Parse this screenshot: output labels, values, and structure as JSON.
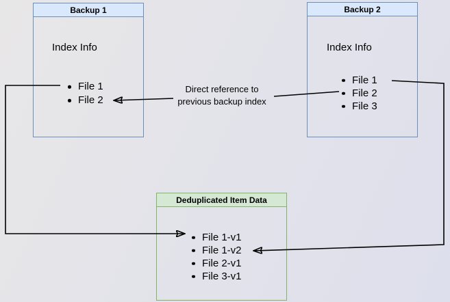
{
  "diagram": {
    "backup1": {
      "title": "Backup 1",
      "subtitle": "Index Info",
      "files": [
        "File 1",
        "File 2"
      ]
    },
    "backup2": {
      "title": "Backup 2",
      "subtitle": "Index Info",
      "files": [
        "File 1",
        "File 2",
        "File 3"
      ]
    },
    "dedup": {
      "title": "Deduplicated Item Data",
      "files": [
        "File 1-v1",
        "File 1-v2",
        "File 2-v1",
        "File 3-v1"
      ]
    },
    "edge_label": {
      "line1": "Direct reference to",
      "line2": "previous backup index"
    }
  },
  "colors": {
    "blue_header_fill": "#dae8fc",
    "blue_border": "#6c8ebf",
    "green_header_fill": "#d5e8d4",
    "green_border": "#82b366",
    "connector": "#000000",
    "text": "#000000"
  }
}
